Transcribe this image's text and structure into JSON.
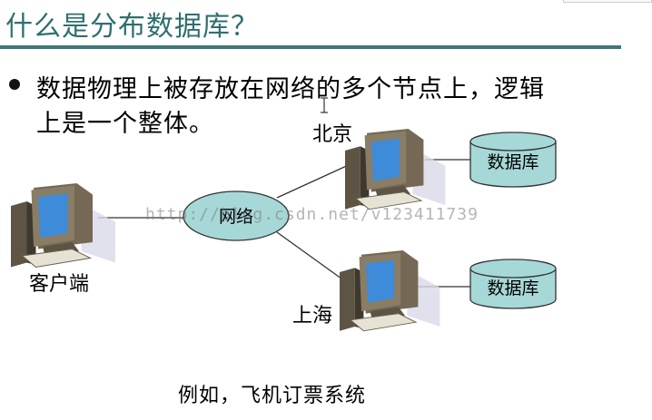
{
  "slide": {
    "title": "什么是分布数据库？",
    "bullet_line1": "数据物理上被存放在网络的多个节点上，逻辑",
    "bullet_line2": "上是一个整体。",
    "caption": "例如，飞机订票系统"
  },
  "diagram": {
    "network_label": "网络",
    "client_label": "客户端",
    "node_beijing_label": "北京",
    "node_shanghai_label": "上海",
    "db_beijing_label": "数据库",
    "db_shanghai_label": "数据库",
    "watermark": "http://blog.csdn.net/v123411739",
    "colors": {
      "ellipse_fill": "#a7d8d8",
      "cylinder_fill": "#a7d8d8",
      "monitor_body": "#6f6250",
      "screen": "#3d8bd9",
      "title_color": "#2f6f6f"
    }
  }
}
